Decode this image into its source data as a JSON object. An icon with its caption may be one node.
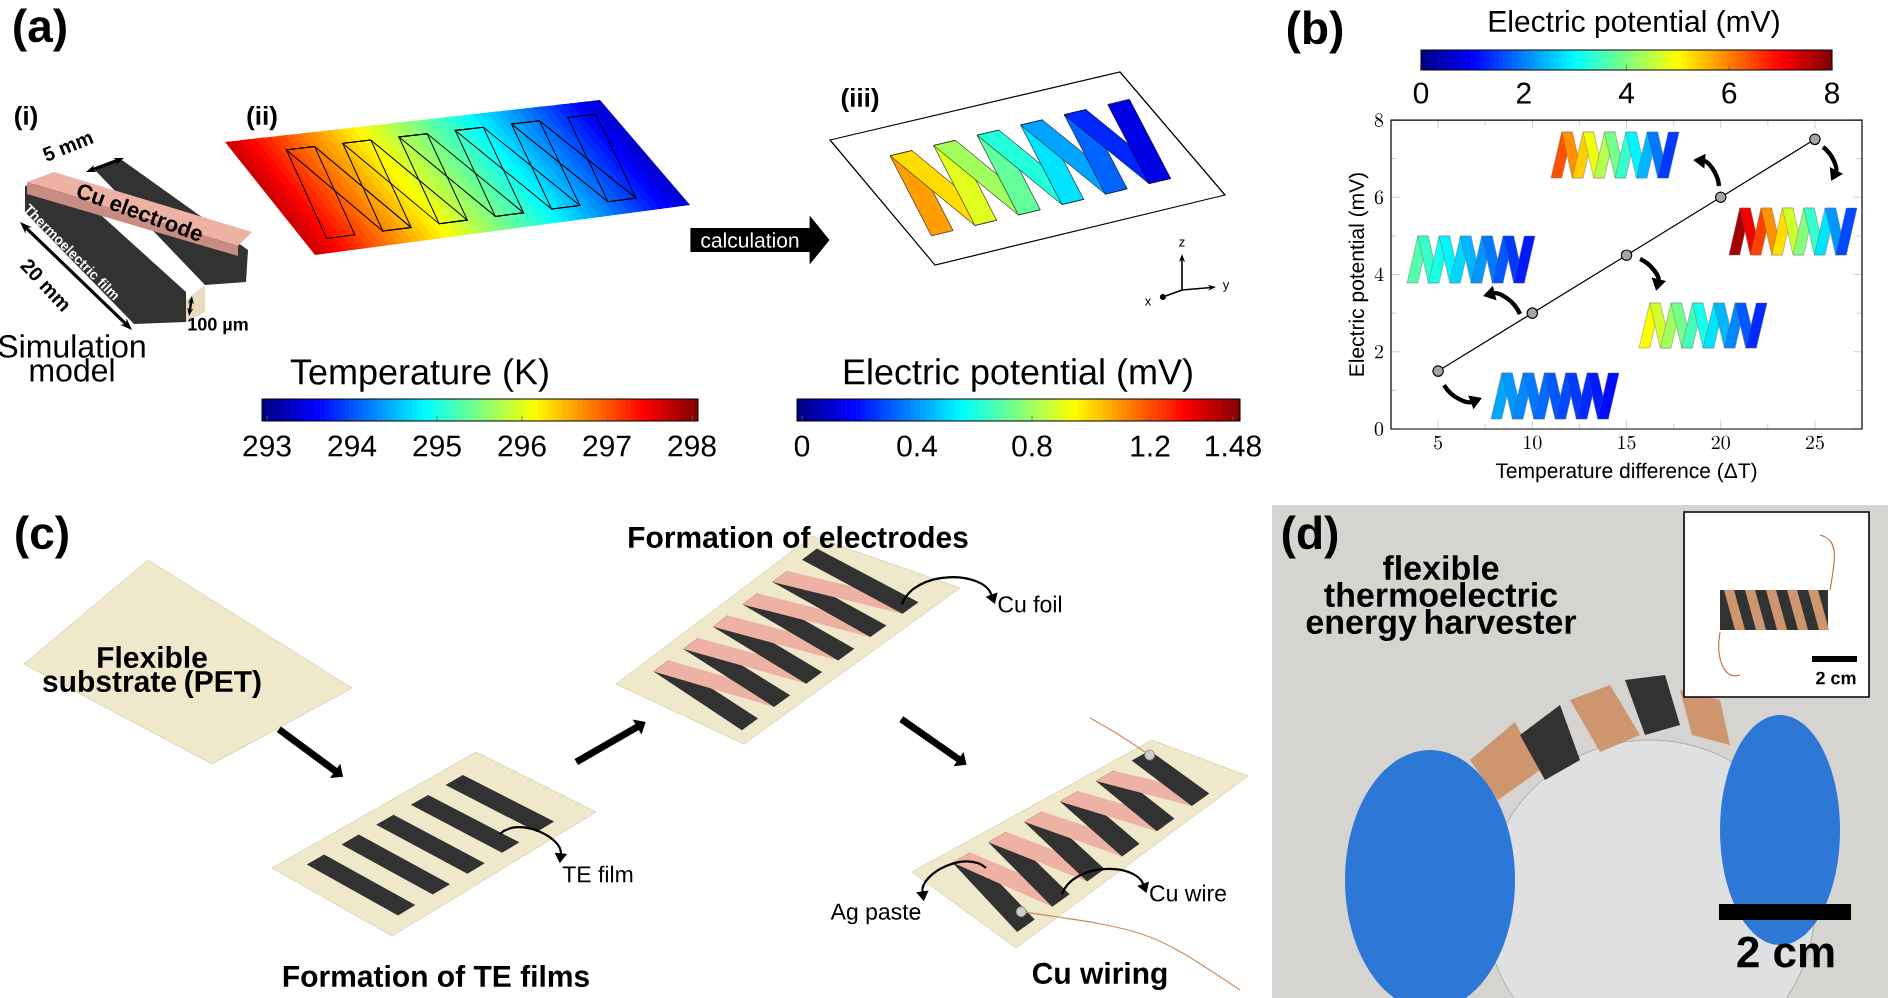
{
  "diagram": {
    "nodes": [
      {
        "text": [],
        "shape": "picture"
      },
      {
        "text": [],
        "shape": "picture"
      },
      {
        "text": [
          "Flexible substrate (PET)"
        ]
      },
      {
        "text": [
          "Formation of TE films"
        ]
      },
      {
        "text": [
          "Formation of electrodes"
        ]
      },
      {
        "text": [
          "Cu wiring"
        ]
      },
      {
        "text": [
          "TE film"
        ]
      },
      {
        "text": [
          "Cu foil"
        ]
      },
      {
        "text": [
          "Ag paste"
        ]
      },
      {
        "text": [
          "Cu wire"
        ]
      }
    ],
    "edges": [
      {
        "from": 0,
        "to": 1,
        "arrow": "to",
        "label": "calculation",
        "style": "thick"
      },
      {
        "from": 2,
        "to": 3,
        "arrow": "to",
        "style": "thick"
      },
      {
        "from": 3,
        "to": 4,
        "arrow": "to",
        "style": "thick"
      },
      {
        "from": 4,
        "to": 5,
        "arrow": "to",
        "style": "thick"
      },
      {
        "from": 3,
        "to": 6,
        "arrow": "to"
      },
      {
        "from": 4,
        "to": 7,
        "arrow": "to"
      },
      {
        "from": 5,
        "to": 8,
        "arrow": "to"
      },
      {
        "from": 5,
        "to": 9,
        "arrow": "to"
      }
    ],
    "labels": [
      "(a)",
      "(i)",
      "(ii)",
      "(iii)",
      "5 mm",
      "Cu electrode",
      "Thermoelectric film",
      "20 mm",
      "100 µm",
      "Simulation model",
      "z",
      "y",
      "x",
      "Temperature (K)",
      "293",
      "294",
      "295",
      "296",
      "297",
      "298",
      "Electric potential (mV)",
      "0",
      "0.4",
      "0.8",
      "1.2",
      "1.48",
      "(b)",
      "Electric potential (mV)",
      "0",
      "2",
      "4",
      "6",
      "8",
      "(c)",
      "(d)",
      "flexible thermoelectric energy harvester",
      "2 cm",
      "2 cm"
    ],
    "chart_data": {
      "type": "line",
      "xlabel": "Temperature difference (ΔT)",
      "ylabel": "Electric potential (mV)",
      "x": [
        5,
        10,
        15,
        20,
        25
      ],
      "series": [
        {
          "color": "#000000",
          "marker": "circle",
          "values": [
            1.5,
            3.0,
            4.5,
            6.0,
            7.5
          ]
        }
      ],
      "xlim": [
        2.5,
        27.5
      ],
      "ylim": [
        0,
        8
      ],
      "xticks": [
        5,
        10,
        15,
        20,
        25
      ],
      "yticks": [
        0,
        2,
        4,
        6,
        8
      ]
    }
  }
}
